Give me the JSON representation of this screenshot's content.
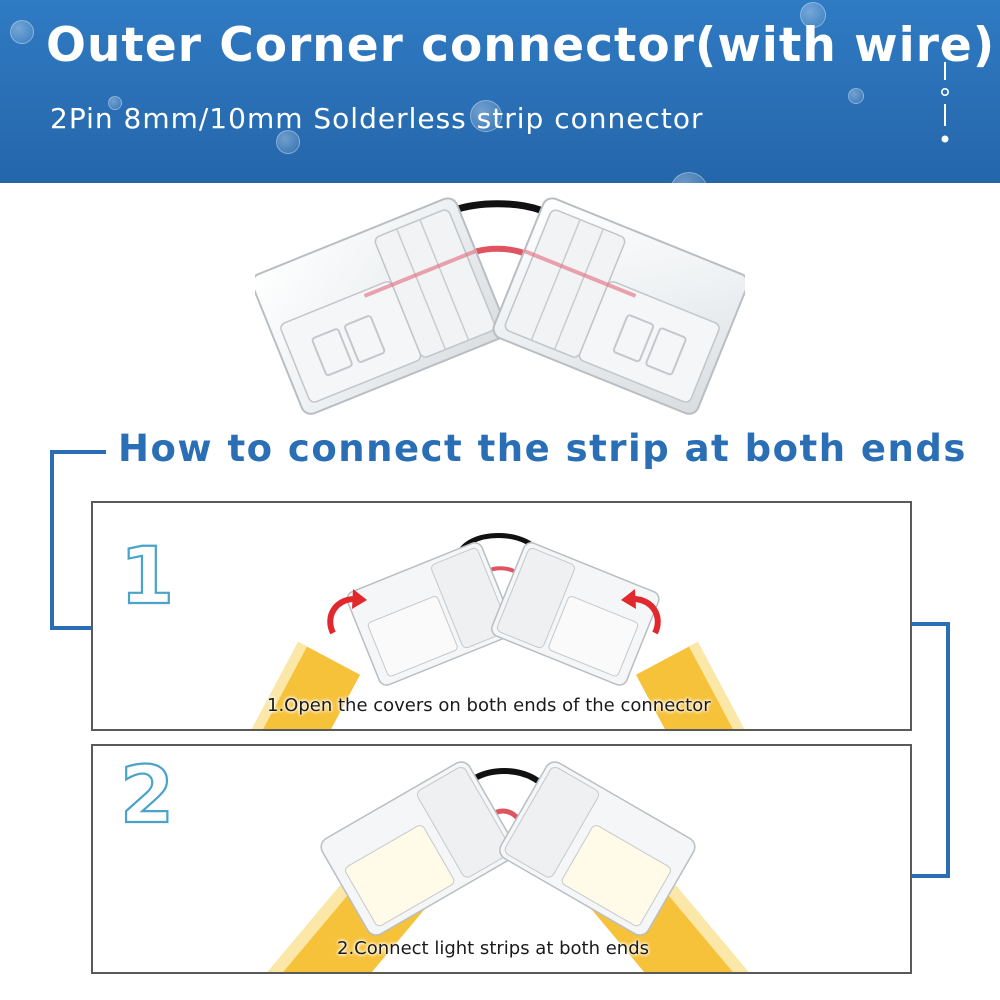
{
  "header": {
    "title": "Outer Corner connector(with wire)",
    "subtitle": "2Pin 8mm/10mm Solderless strip connector"
  },
  "section": {
    "heading": "How to connect the strip at both ends"
  },
  "steps": [
    {
      "number": "1",
      "caption": "1.Open the covers on both ends of the connector"
    },
    {
      "number": "2",
      "caption": "2.Connect light strips at both ends"
    }
  ],
  "colors": {
    "header_blue": "#2a6fb5",
    "heading_blue": "#2a6fb5",
    "number_outline": "#4aa3c8",
    "strip_yellow": "#f6c23a",
    "arrow_red": "#e0282d",
    "wire_black": "#111111",
    "wire_red": "#d8283a"
  },
  "icons": {
    "open_arrow": "curved-arrow-icon",
    "deco": "vertical-dots-icon"
  }
}
